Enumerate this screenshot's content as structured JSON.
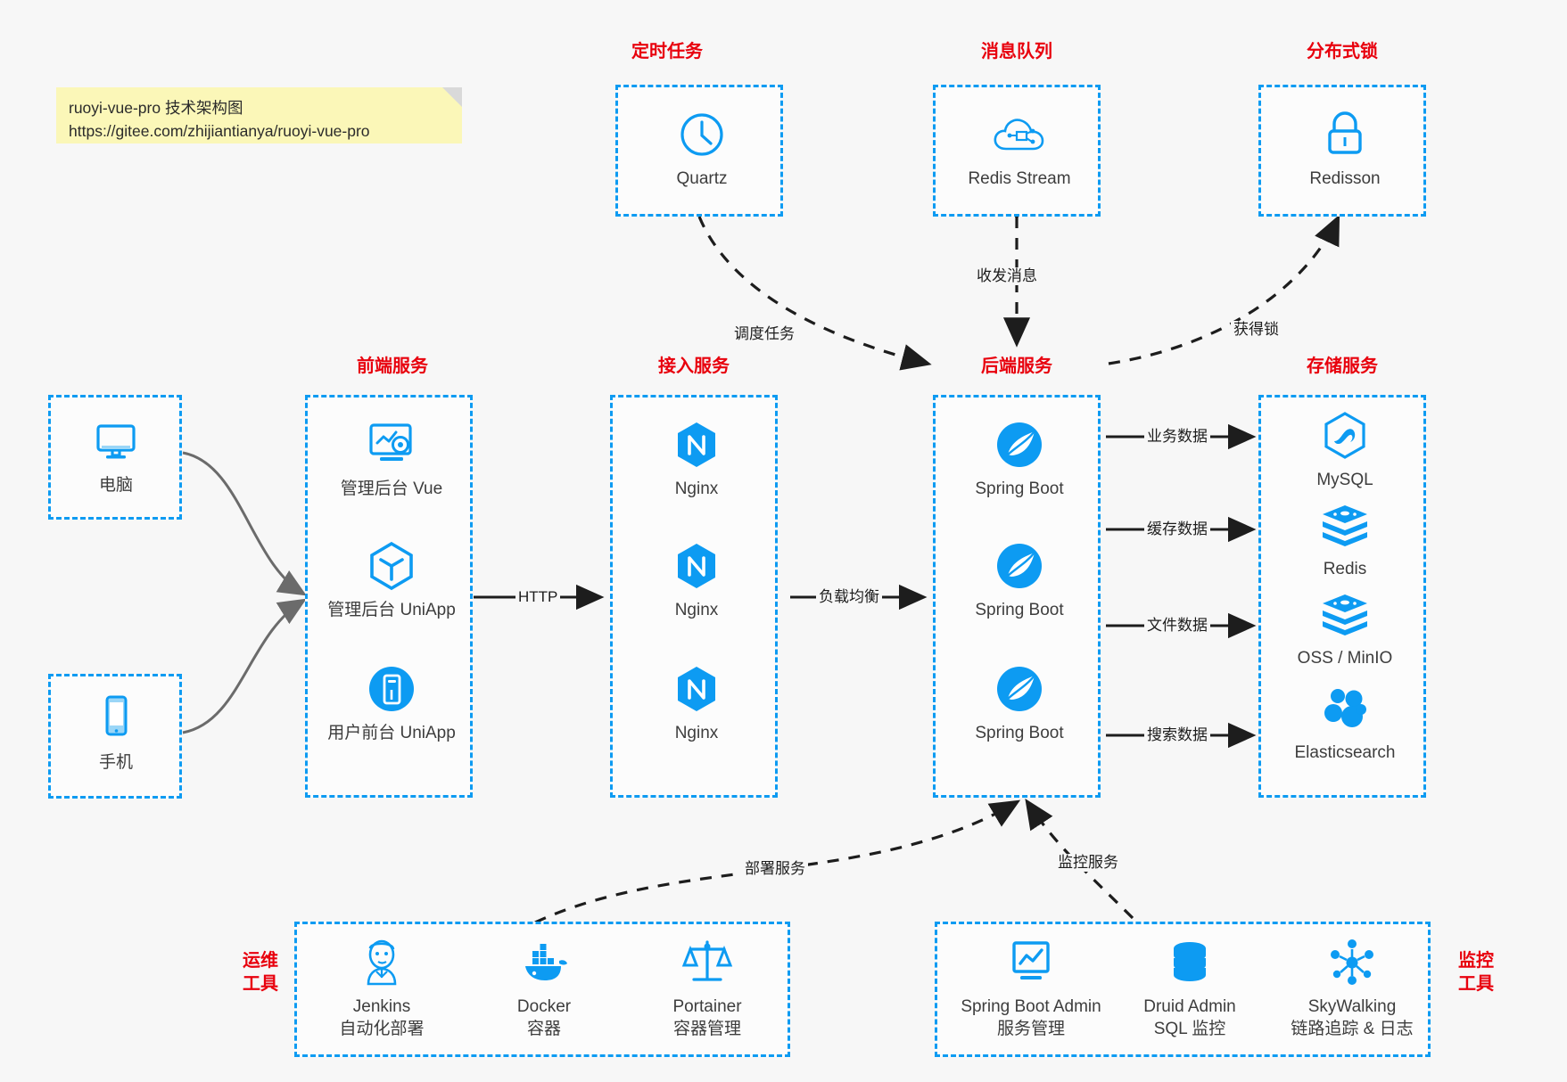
{
  "note": {
    "line1": "ruoyi-vue-pro 技术架构图",
    "line2": "https://gitee.com/zhijiantianya/ruoyi-vue-pro"
  },
  "captions": {
    "scheduled_task": "定时任务",
    "message_queue": "消息队列",
    "distributed_lock": "分布式锁",
    "frontend": "前端服务",
    "gateway": "接入服务",
    "backend": "后端服务",
    "storage": "存储服务",
    "devops_line1": "运维",
    "devops_line2": "工具",
    "monitor_line1": "监控",
    "monitor_line2": "工具"
  },
  "clients": {
    "pc": "电脑",
    "phone": "手机"
  },
  "top_nodes": {
    "quartz": "Quartz",
    "redis_stream": "Redis Stream",
    "redisson": "Redisson"
  },
  "frontend_nodes": [
    {
      "label": "管理后台 Vue",
      "icon": "dashboard-gear-icon"
    },
    {
      "label": "管理后台 UniApp",
      "icon": "uniapp-hexagon-icon"
    },
    {
      "label": "用户前台 UniApp",
      "icon": "mobile-circle-icon"
    }
  ],
  "gateway_nodes": [
    {
      "label": "Nginx",
      "icon": "nginx-icon"
    },
    {
      "label": "Nginx",
      "icon": "nginx-icon"
    },
    {
      "label": "Nginx",
      "icon": "nginx-icon"
    }
  ],
  "backend_nodes": [
    {
      "label": "Spring Boot",
      "icon": "spring-boot-icon"
    },
    {
      "label": "Spring Boot",
      "icon": "spring-boot-icon"
    },
    {
      "label": "Spring Boot",
      "icon": "spring-boot-icon"
    }
  ],
  "storage_nodes": [
    {
      "label": "MySQL",
      "icon": "mysql-icon"
    },
    {
      "label": "Redis",
      "icon": "redis-icon"
    },
    {
      "label": "OSS / MinIO",
      "icon": "oss-minio-icon"
    },
    {
      "label": "Elasticsearch",
      "icon": "elasticsearch-icon"
    }
  ],
  "devops_nodes": [
    {
      "name": "Jenkins",
      "desc": "自动化部署",
      "icon": "jenkins-icon"
    },
    {
      "name": "Docker",
      "desc": "容器",
      "icon": "docker-icon"
    },
    {
      "name": "Portainer",
      "desc": "容器管理",
      "icon": "portainer-scales-icon"
    }
  ],
  "monitor_nodes": [
    {
      "name": "Spring Boot Admin",
      "desc": "服务管理",
      "icon": "monitor-chart-icon"
    },
    {
      "name": "Druid Admin",
      "desc": "SQL 监控",
      "icon": "database-icon"
    },
    {
      "name": "SkyWalking",
      "desc": "链路追踪 & 日志",
      "icon": "skywalking-icon"
    }
  ],
  "edge_labels": {
    "http": "HTTP",
    "load_balance": "负载均衡",
    "schedule_task": "调度任务",
    "send_receive_message": "收发消息",
    "acquire_lock": "获得锁",
    "business_data": "业务数据",
    "cache_data": "缓存数据",
    "file_data": "文件数据",
    "search_data": "搜索数据",
    "deploy_service": "部署服务",
    "monitor_service": "监控服务"
  },
  "colors": {
    "accent_blue": "#0d9bf2",
    "caption_red": "#e8000d",
    "note_yellow": "#fbf7b8",
    "background": "#f7f7f7",
    "arrow_black": "#1d1d1d",
    "client_arrow_gray": "#6b6b6b"
  }
}
